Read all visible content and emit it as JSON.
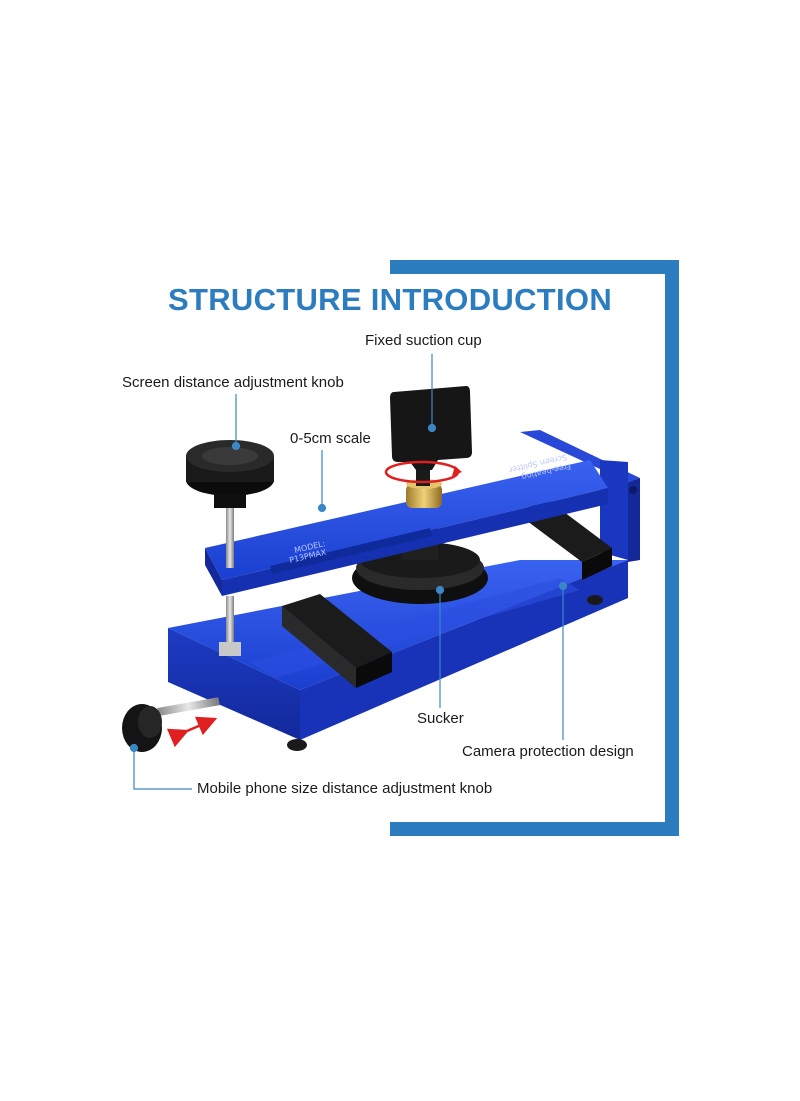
{
  "title": "STRUCTURE INTRODUCTION",
  "colors": {
    "frame_blue": "#2b7dbf",
    "tool_blue": "#1e40d8",
    "pointer_line": "#3a87c8",
    "rotation_arrow": "#e02020"
  },
  "labels": {
    "fixed_suction_cup": "Fixed suction cup",
    "screen_distance_knob": "Screen distance adjustment knob",
    "scale": "0-5cm scale",
    "sucker": "Sucker",
    "camera_protection": "Camera protection design",
    "phone_size_knob": "Mobile phone size distance adjustment knob"
  },
  "engraving": {
    "brand_line1": "Free-heating",
    "brand_line2": "Screen Splitter",
    "model_line1": "MODEL:",
    "model_line2": "P13PMAX"
  },
  "icons": [
    "knob-icon",
    "suction-cup-icon",
    "rotation-arrow-icon",
    "double-arrow-icon"
  ]
}
